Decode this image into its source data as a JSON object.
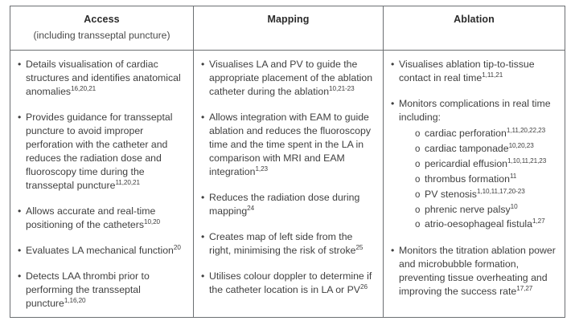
{
  "table": {
    "columns": [
      {
        "title": "Access",
        "subtitle": "(including transseptal puncture)"
      },
      {
        "title": "Mapping",
        "subtitle": ""
      },
      {
        "title": "Ablation",
        "subtitle": ""
      }
    ],
    "cells": [
      {
        "column": "Access",
        "bullets": [
          {
            "text": "Details visualisation of cardiac structures and identifies anatomical anomalies",
            "refs": "16,20,21"
          },
          {
            "text": "Provides guidance for transseptal puncture to avoid improper perforation with the catheter and reduces the radiation dose and fluoroscopy time during the transseptal puncture",
            "refs": "11,20,21"
          },
          {
            "text": "Allows accurate and real-time positioning of the catheters",
            "refs": "10,20"
          },
          {
            "text": "Evaluates LA mechanical function",
            "refs": "20"
          },
          {
            "text": "Detects LAA thrombi prior to performing the transseptal puncture",
            "refs": "1,16,20"
          }
        ]
      },
      {
        "column": "Mapping",
        "bullets": [
          {
            "text": "Visualises LA and PV to guide the appropriate placement of the ablation catheter during the ablation",
            "refs": "10,21-23"
          },
          {
            "text": "Allows integration with EAM to guide ablation and reduces the fluoroscopy time and the time spent in the LA in comparison with MRI and EAM integration",
            "refs": "1,23"
          },
          {
            "text": "Reduces the radiation dose during mapping",
            "refs": "24"
          },
          {
            "text": "Creates map of left side from the right, minimising the risk of stroke",
            "refs": "25"
          },
          {
            "text": "Utilises colour doppler to determine if the catheter location is in LA or PV",
            "refs": "26"
          }
        ]
      },
      {
        "column": "Ablation",
        "bullets": [
          {
            "text": "Visualises ablation tip-to-tissue contact in real time",
            "refs": "1,11,21"
          },
          {
            "text": "Monitors complications in real time including:",
            "refs": "",
            "subbullets": [
              {
                "text": "cardiac perforation",
                "refs": "1,11,20,22,23"
              },
              {
                "text": "cardiac tamponade",
                "refs": "10,20,23"
              },
              {
                "text": "pericardial effusion",
                "refs": "1,10,11,21,23"
              },
              {
                "text": "thrombus formation",
                "refs": "11"
              },
              {
                "text": "PV stenosis",
                "refs": "1,10,11,17,20-23"
              },
              {
                "text": "phrenic nerve palsy",
                "refs": "10"
              },
              {
                "text": "atrio-oesophageal fistula",
                "refs": "1,27"
              }
            ]
          },
          {
            "text": "Monitors the titration ablation power and microbubble formation, preventing tissue overheating and improving the success rate",
            "refs": "17,27"
          }
        ]
      }
    ]
  },
  "style": {
    "border_color": "#6c6f72",
    "text_color": "#3f3f3f",
    "heading_color": "#2b2b2b",
    "background": "#ffffff"
  }
}
